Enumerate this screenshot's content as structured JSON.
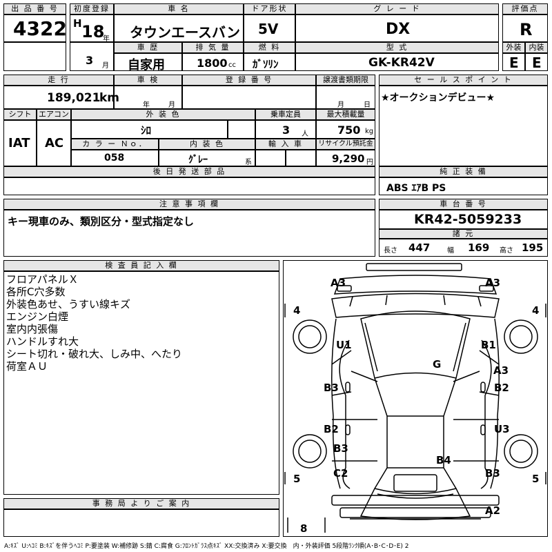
{
  "lot": {
    "label": "出 品 番 号",
    "value": "4322"
  },
  "first_reg": {
    "label": "初度登録",
    "era": "H",
    "year": "18",
    "year_unit": "年",
    "month": "3",
    "month_unit": "月"
  },
  "car_name": {
    "label": "車 名",
    "value": "タウンエースバン"
  },
  "history": {
    "label": "車 歴",
    "value": "自家用"
  },
  "displacement": {
    "label": "排 気 量",
    "value": "1800",
    "unit": "cc"
  },
  "door": {
    "label": "ドア形状",
    "value": "5V"
  },
  "fuel": {
    "label": "燃 料",
    "value": "ｶﾞｿﾘﾝ"
  },
  "grade": {
    "label": "グ レ ー ド",
    "value": "DX"
  },
  "model": {
    "label": "型 式",
    "value": "GK-KR42V"
  },
  "score": {
    "label": "評価点",
    "value": "R",
    "ext_label": "外装",
    "ext_value": "E",
    "int_label": "内装",
    "int_value": "E"
  },
  "mileage": {
    "label": "走 行",
    "value": "189,021",
    "unit": "km"
  },
  "inspection": {
    "label": "車 検",
    "year_unit": "年",
    "month_unit": "月"
  },
  "reg_no": {
    "label": "登 録 番 号"
  },
  "transfer_deadline": {
    "label": "譲渡書類期限",
    "month_unit": "月",
    "day_unit": "日"
  },
  "sales_point": {
    "label": "セ ー ル ス ポ イ ン ト",
    "value": "★オークションデビュー★"
  },
  "shift": {
    "label": "シフト",
    "value": "IAT"
  },
  "aircon": {
    "label": "エアコン",
    "value": "AC"
  },
  "exterior_color": {
    "label": "外 装 色",
    "value": "ｼﾛ"
  },
  "capacity": {
    "label": "乗車定員",
    "value": "3",
    "unit": "人"
  },
  "max_load": {
    "label": "最大積載量",
    "value": "750",
    "unit": "kg"
  },
  "color_no": {
    "label": "カ ラ ー Ｎｏ．",
    "value": "058"
  },
  "interior_color": {
    "label": "内 装 色",
    "value": "ｸﾞﾚｰ",
    "unit": "系"
  },
  "import": {
    "label": "輸 入 車"
  },
  "recycle": {
    "label": "リサイクル預託金",
    "value": "9,290",
    "unit": "円"
  },
  "later_parts": {
    "label": "後 日 発 送 部 品"
  },
  "equipment": {
    "label": "純 正 装 備",
    "value": "ABS ｴｱB PS"
  },
  "caution": {
    "label": "注 意 事 項 欄",
    "value": "キー現車のみ、類別区分・型式指定なし"
  },
  "chassis": {
    "label": "車 台 番 号",
    "value": "KR42-5059233"
  },
  "specs": {
    "label": "諸 元",
    "length_label": "長さ",
    "length": "447",
    "width_label": "幅",
    "width": "169",
    "height_label": "高さ",
    "height": "195"
  },
  "inspector": {
    "label": "検 査 員 記 入 欄",
    "notes": [
      "フロアパネルＸ",
      "各所C穴多数",
      "外装色あせ、うすい線キズ",
      "エンジン白煙",
      "室内内張傷",
      "ハンドルすれ大",
      "シート切れ・破れ大、しみ中、へたり",
      "荷室ＡＵ"
    ]
  },
  "office": {
    "label": "事 務 局 よ り ご 案 内"
  },
  "damage": {
    "a3_left": "A3",
    "a3_right": "A3",
    "tire_fl": "4",
    "tire_fr": "4",
    "u1": "U1",
    "b1": "B1",
    "g": "G",
    "a3_side": "A3",
    "b3_left": "B3",
    "b2_right": "B2",
    "b2_left": "B2",
    "u3": "U3",
    "b3_left2": "B3",
    "b4": "B4",
    "c2": "C2",
    "b3_right": "B3",
    "tire_rl": "5",
    "tire_rr": "5",
    "a2": "A2",
    "spare": "8"
  },
  "legend": "A:ｷｽﾞ U:ﾍｺﾐ B:ｷｽﾞを伴うﾍｺﾐ P:要塗装 W:補修跡 S:錆 C:腐食 G:ﾌﾛﾝﾄｶﾞﾗｽ点ｷｽﾞ XX:交換済み X:要交換　内・外装評価 5段階ﾗﾝｸ順(A･B･C･D･E) 2"
}
